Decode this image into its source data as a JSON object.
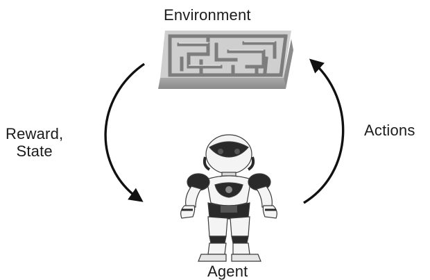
{
  "labels": {
    "environment": "Environment",
    "reward_line1": "Reward,",
    "reward_line2": "State",
    "actions": "Actions",
    "agent": "Agent"
  },
  "nodes": [
    {
      "id": "environment",
      "image": "maze"
    },
    {
      "id": "agent",
      "image": "humanoid-robot"
    }
  ],
  "edges": [
    {
      "from": "environment",
      "to": "agent",
      "label": "Reward, State"
    },
    {
      "from": "agent",
      "to": "environment",
      "label": "Actions"
    }
  ],
  "colors": {
    "ink": "#111111",
    "maze_top": "#c9c9c9",
    "maze_side": "#9a9a9a",
    "robot_white": "#f4f4f4",
    "robot_dark": "#2a2a2a"
  }
}
